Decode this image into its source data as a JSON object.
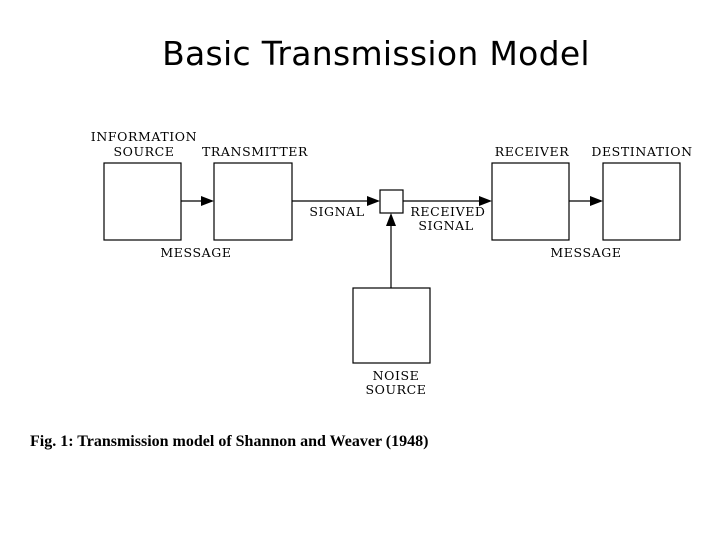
{
  "title": "Basic Transmission Model",
  "diagram": {
    "blocks": {
      "info_source": [
        "INFORMATION",
        "SOURCE"
      ],
      "transmitter": "TRANSMITTER",
      "receiver": "RECEIVER",
      "destination": "DESTINATION",
      "noise_source": [
        "NOISE",
        "SOURCE"
      ]
    },
    "edges": {
      "message_out": "MESSAGE",
      "signal": "SIGNAL",
      "received_signal": [
        "RECEIVED",
        "SIGNAL"
      ],
      "message_in": "MESSAGE"
    }
  },
  "caption": "Fig. 1: Transmission model of Shannon and Weaver (1948)"
}
